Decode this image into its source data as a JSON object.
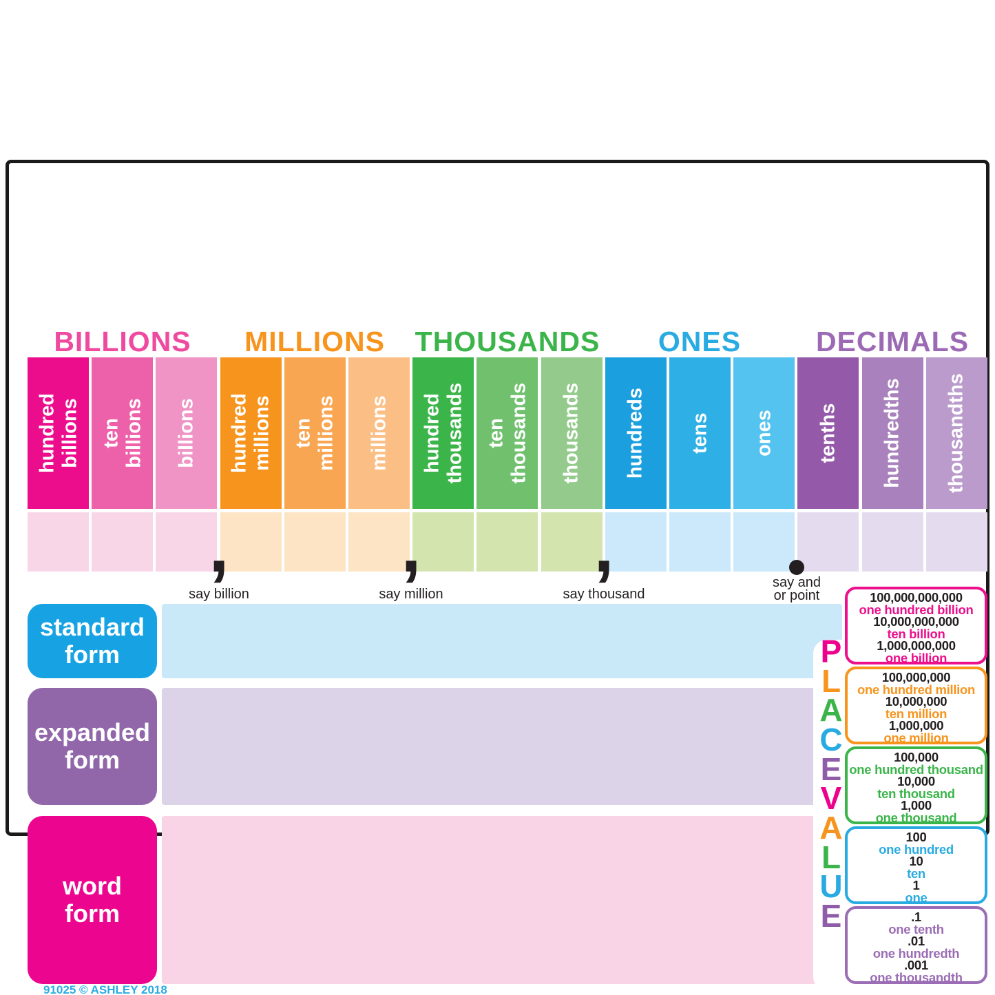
{
  "header": {
    "groups": [
      {
        "label": "BILLIONS",
        "color": "#EE4A9F"
      },
      {
        "label": "MILLIONS",
        "color": "#F7941E"
      },
      {
        "label": "THOUSANDS",
        "color": "#3BB54A"
      },
      {
        "label": "ONES",
        "color": "#29ABE2"
      },
      {
        "label": "DECIMALS",
        "color": "#9C6AB5"
      }
    ]
  },
  "columns": [
    {
      "label": "hundred\nbillions",
      "color": "#EB0D8C",
      "cell_color": "#F8D6E8"
    },
    {
      "label": "ten\nbillions",
      "color": "#ED61AA",
      "cell_color": "#F8D6E8"
    },
    {
      "label": "billions",
      "color": "#EF94C5",
      "cell_color": "#F8D6E8"
    },
    {
      "label": "hundred\nmillions",
      "color": "#F7941E",
      "cell_color": "#FCE4C4"
    },
    {
      "label": "ten\nmillions",
      "color": "#F9A653",
      "cell_color": "#FCE4C4"
    },
    {
      "label": "millions",
      "color": "#FBBE85",
      "cell_color": "#FCE4C4"
    },
    {
      "label": "hundred\nthousands",
      "color": "#3BB54A",
      "cell_color": "#D4E4AE"
    },
    {
      "label": "ten\nthousands",
      "color": "#70C06E",
      "cell_color": "#D4E4AE"
    },
    {
      "label": "thousands",
      "color": "#94CA8C",
      "cell_color": "#D4E4AE"
    },
    {
      "label": "hundreds",
      "color": "#1B9FDE",
      "cell_color": "#CBE9FA"
    },
    {
      "label": "tens",
      "color": "#2EAFE5",
      "cell_color": "#CBE9FA"
    },
    {
      "label": "ones",
      "color": "#55C3F0",
      "cell_color": "#CBE9FA"
    },
    {
      "label": "tenths",
      "color": "#9559A9",
      "cell_color": "#E4DCEE"
    },
    {
      "label": "hundredths",
      "color": "#A981BD",
      "cell_color": "#E4DCEE"
    },
    {
      "label": "thousandths",
      "color": "#BA9BCC",
      "cell_color": "#E4DCEE"
    }
  ],
  "separators": {
    "color": "#231F20",
    "items": [
      {
        "symbol": ",",
        "label": "say billion"
      },
      {
        "symbol": ",",
        "label": "say million"
      },
      {
        "symbol": ",",
        "label": "say thousand"
      },
      {
        "symbol": ".",
        "label": "say and\nor point"
      }
    ]
  },
  "form_rows": [
    {
      "label": "standard\nform",
      "label_color": "#17A3E3",
      "band_color": "#C9E8F8"
    },
    {
      "label": "expanded\nform",
      "label_color": "#9167A9",
      "band_color": "#DDD3E8"
    },
    {
      "label": "word\nform",
      "label_color": "#EC068F",
      "band_color": "#F9D3E6"
    }
  ],
  "place_value": {
    "letters": [
      {
        "char": "P",
        "color": "#EC008C"
      },
      {
        "char": "L",
        "color": "#F7941D"
      },
      {
        "char": "A",
        "color": "#3BB54A"
      },
      {
        "char": "C",
        "color": "#29ABE2"
      },
      {
        "char": "E",
        "color": "#8E5CA8"
      },
      {
        "char": "V",
        "color": "#EC008C"
      },
      {
        "char": "A",
        "color": "#F7941D"
      },
      {
        "char": "L",
        "color": "#3BB54A"
      },
      {
        "char": "U",
        "color": "#29ABE2"
      },
      {
        "char": "E",
        "color": "#8E5CA8"
      }
    ],
    "boxes": [
      {
        "border_color": "#EC108C",
        "word_color": "#EC108C",
        "lines": [
          {
            "text": "100,000,000,000",
            "type": "number"
          },
          {
            "text": "one hundred billion",
            "type": "word"
          },
          {
            "text": "10,000,000,000",
            "type": "number"
          },
          {
            "text": "ten billion",
            "type": "word"
          },
          {
            "text": "1,000,000,000",
            "type": "number"
          },
          {
            "text": "one billion",
            "type": "word"
          }
        ]
      },
      {
        "border_color": "#F7941D",
        "word_color": "#F7941D",
        "lines": [
          {
            "text": "100,000,000",
            "type": "number"
          },
          {
            "text": "one hundred million",
            "type": "word"
          },
          {
            "text": "10,000,000",
            "type": "number"
          },
          {
            "text": "ten million",
            "type": "word"
          },
          {
            "text": "1,000,000",
            "type": "number"
          },
          {
            "text": "one million",
            "type": "word"
          }
        ]
      },
      {
        "border_color": "#3BB54A",
        "word_color": "#3BB54A",
        "lines": [
          {
            "text": "100,000",
            "type": "number"
          },
          {
            "text": "one hundred thousand",
            "type": "word"
          },
          {
            "text": "10,000",
            "type": "number"
          },
          {
            "text": "ten thousand",
            "type": "word"
          },
          {
            "text": "1,000",
            "type": "number"
          },
          {
            "text": "one thousand",
            "type": "word"
          }
        ]
      },
      {
        "border_color": "#29ABE2",
        "word_color": "#29ABE2",
        "lines": [
          {
            "text": "100",
            "type": "number"
          },
          {
            "text": "one hundred",
            "type": "word"
          },
          {
            "text": "10",
            "type": "number"
          },
          {
            "text": "ten",
            "type": "word"
          },
          {
            "text": "1",
            "type": "number"
          },
          {
            "text": "one",
            "type": "word"
          }
        ]
      },
      {
        "border_color": "#9B6DB5",
        "word_color": "#9B6DB5",
        "lines": [
          {
            "text": ".1",
            "type": "number"
          },
          {
            "text": "one tenth",
            "type": "word"
          },
          {
            "text": ".01",
            "type": "number"
          },
          {
            "text": "one hundredth",
            "type": "word"
          },
          {
            "text": ".001",
            "type": "number"
          },
          {
            "text": "one thousandth",
            "type": "word"
          }
        ]
      }
    ]
  },
  "copyright": {
    "text": "91025 © ASHLEY 2018",
    "color": "#29ABE2"
  }
}
